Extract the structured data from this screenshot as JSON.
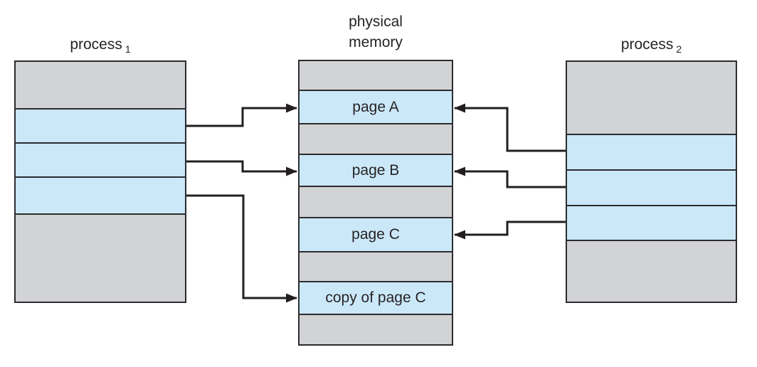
{
  "titles": {
    "process1": {
      "label": "process",
      "sub": "1"
    },
    "physical_memory": {
      "line1": "physical",
      "line2": "memory"
    },
    "process2": {
      "label": "process",
      "sub": "2"
    }
  },
  "physical_memory": {
    "page_a": "page A",
    "page_b": "page B",
    "page_c": "page C",
    "copy_of_page_c": "copy of page C"
  },
  "connections": [
    {
      "from": "process1-shared-frame-1",
      "to": "page A"
    },
    {
      "from": "process1-shared-frame-2",
      "to": "page B"
    },
    {
      "from": "process1-shared-frame-3",
      "to": "copy of page C"
    },
    {
      "from": "process2-shared-frame-1",
      "to": "page A"
    },
    {
      "from": "process2-shared-frame-2",
      "to": "page B"
    },
    {
      "from": "process2-shared-frame-3",
      "to": "page C"
    }
  ],
  "colors": {
    "page_fill": "#cbe8f9",
    "unused_fill": "#d1d3d4",
    "outline": "#2c2c30",
    "arrow": "#231f20",
    "text": "#272326"
  }
}
